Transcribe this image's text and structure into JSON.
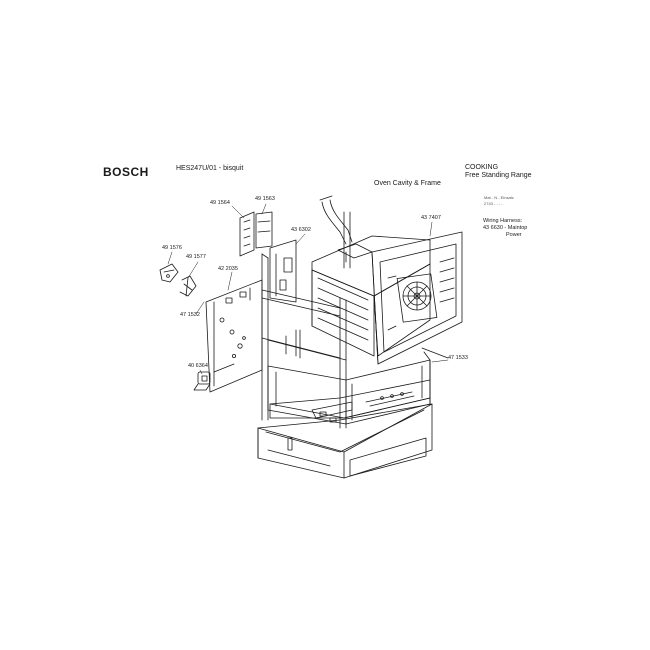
{
  "header": {
    "brand": "BOSCH",
    "model": "HES247U/01 - bisquit",
    "category_line1": "COOKING",
    "category_line2": "Free Standing Range",
    "section_title": "Oven Cavity & Frame"
  },
  "side_notes": {
    "note_line1": "Mat - N - Einsatz",
    "note_line2": "2743 - - - -",
    "wiring_line1": "Wiring Harness:",
    "wiring_line2": "43 6630 - Maintop",
    "wiring_line3": "Power"
  },
  "part_labels": [
    "49 1564",
    "49 1563",
    "43 6302",
    "43 7407",
    "49 1576",
    "49 1577",
    "42 2035",
    "47 1532",
    "47 1533",
    "40 6364"
  ],
  "colors": {
    "ink": "#1a1a1a",
    "background": "#ffffff"
  }
}
